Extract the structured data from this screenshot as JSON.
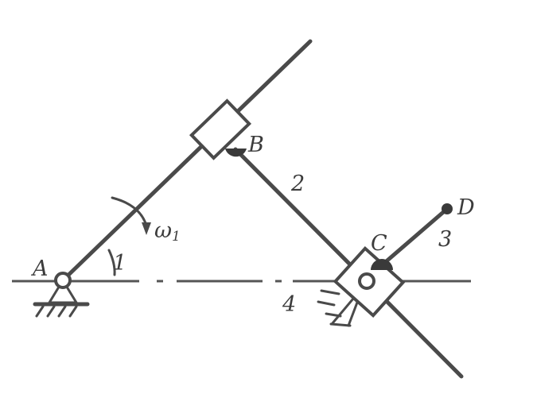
{
  "labels": {
    "A": "A",
    "B": "B",
    "C": "C",
    "D": "D",
    "link1": "1",
    "link2": "2",
    "link3": "3",
    "link4": "4",
    "omega": "ω",
    "omega_sub": "1"
  }
}
